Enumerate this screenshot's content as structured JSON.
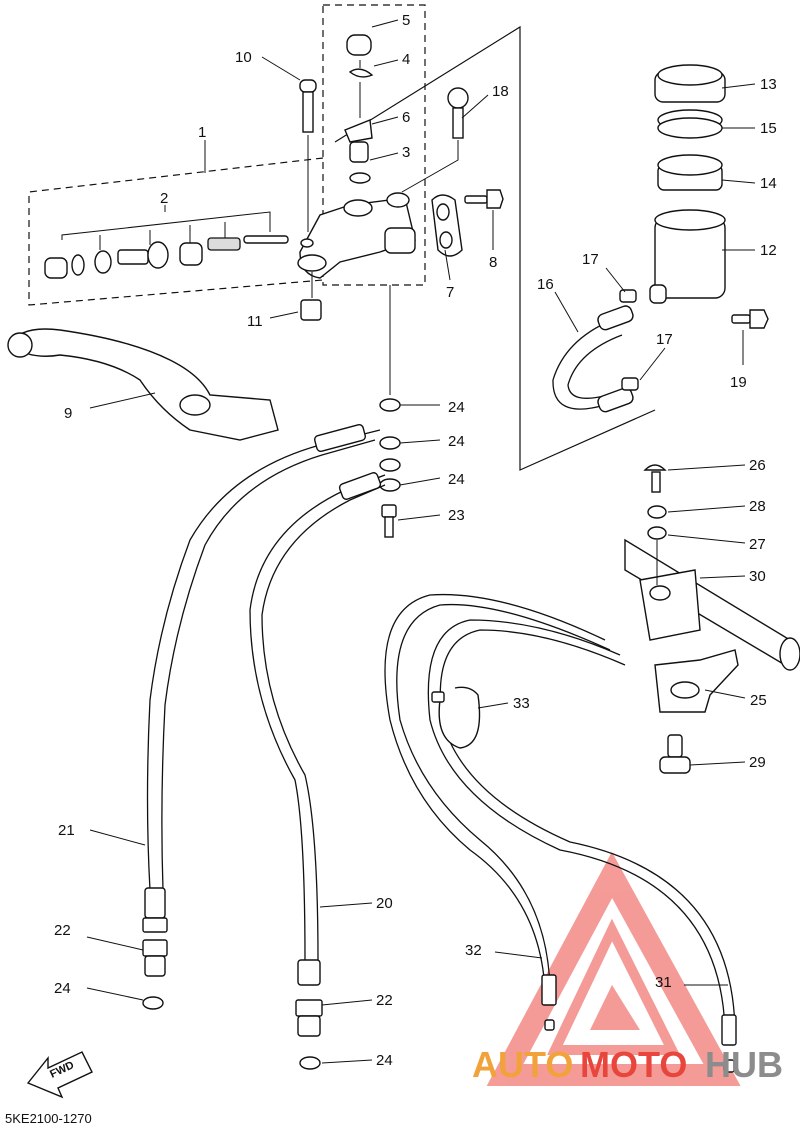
{
  "diagram": {
    "code": "5KE2100-1270",
    "fwd_label": "FWD",
    "callouts": [
      "1",
      "2",
      "3",
      "4",
      "5",
      "6",
      "7",
      "8",
      "9",
      "10",
      "11",
      "12",
      "13",
      "14",
      "15",
      "16",
      "17",
      "17",
      "18",
      "19",
      "20",
      "21",
      "22",
      "22",
      "23",
      "24",
      "24",
      "24",
      "24",
      "24",
      "25",
      "26",
      "27",
      "28",
      "29",
      "30",
      "31",
      "32",
      "33"
    ]
  },
  "watermark": {
    "text_a": "AUTO",
    "text_b": "MOTO",
    "text_c": "HUB",
    "color_orange": "#f2a23a",
    "color_red": "#e8463c",
    "color_gray": "#8c8c8c",
    "color_triangle": "#ee5a55"
  }
}
